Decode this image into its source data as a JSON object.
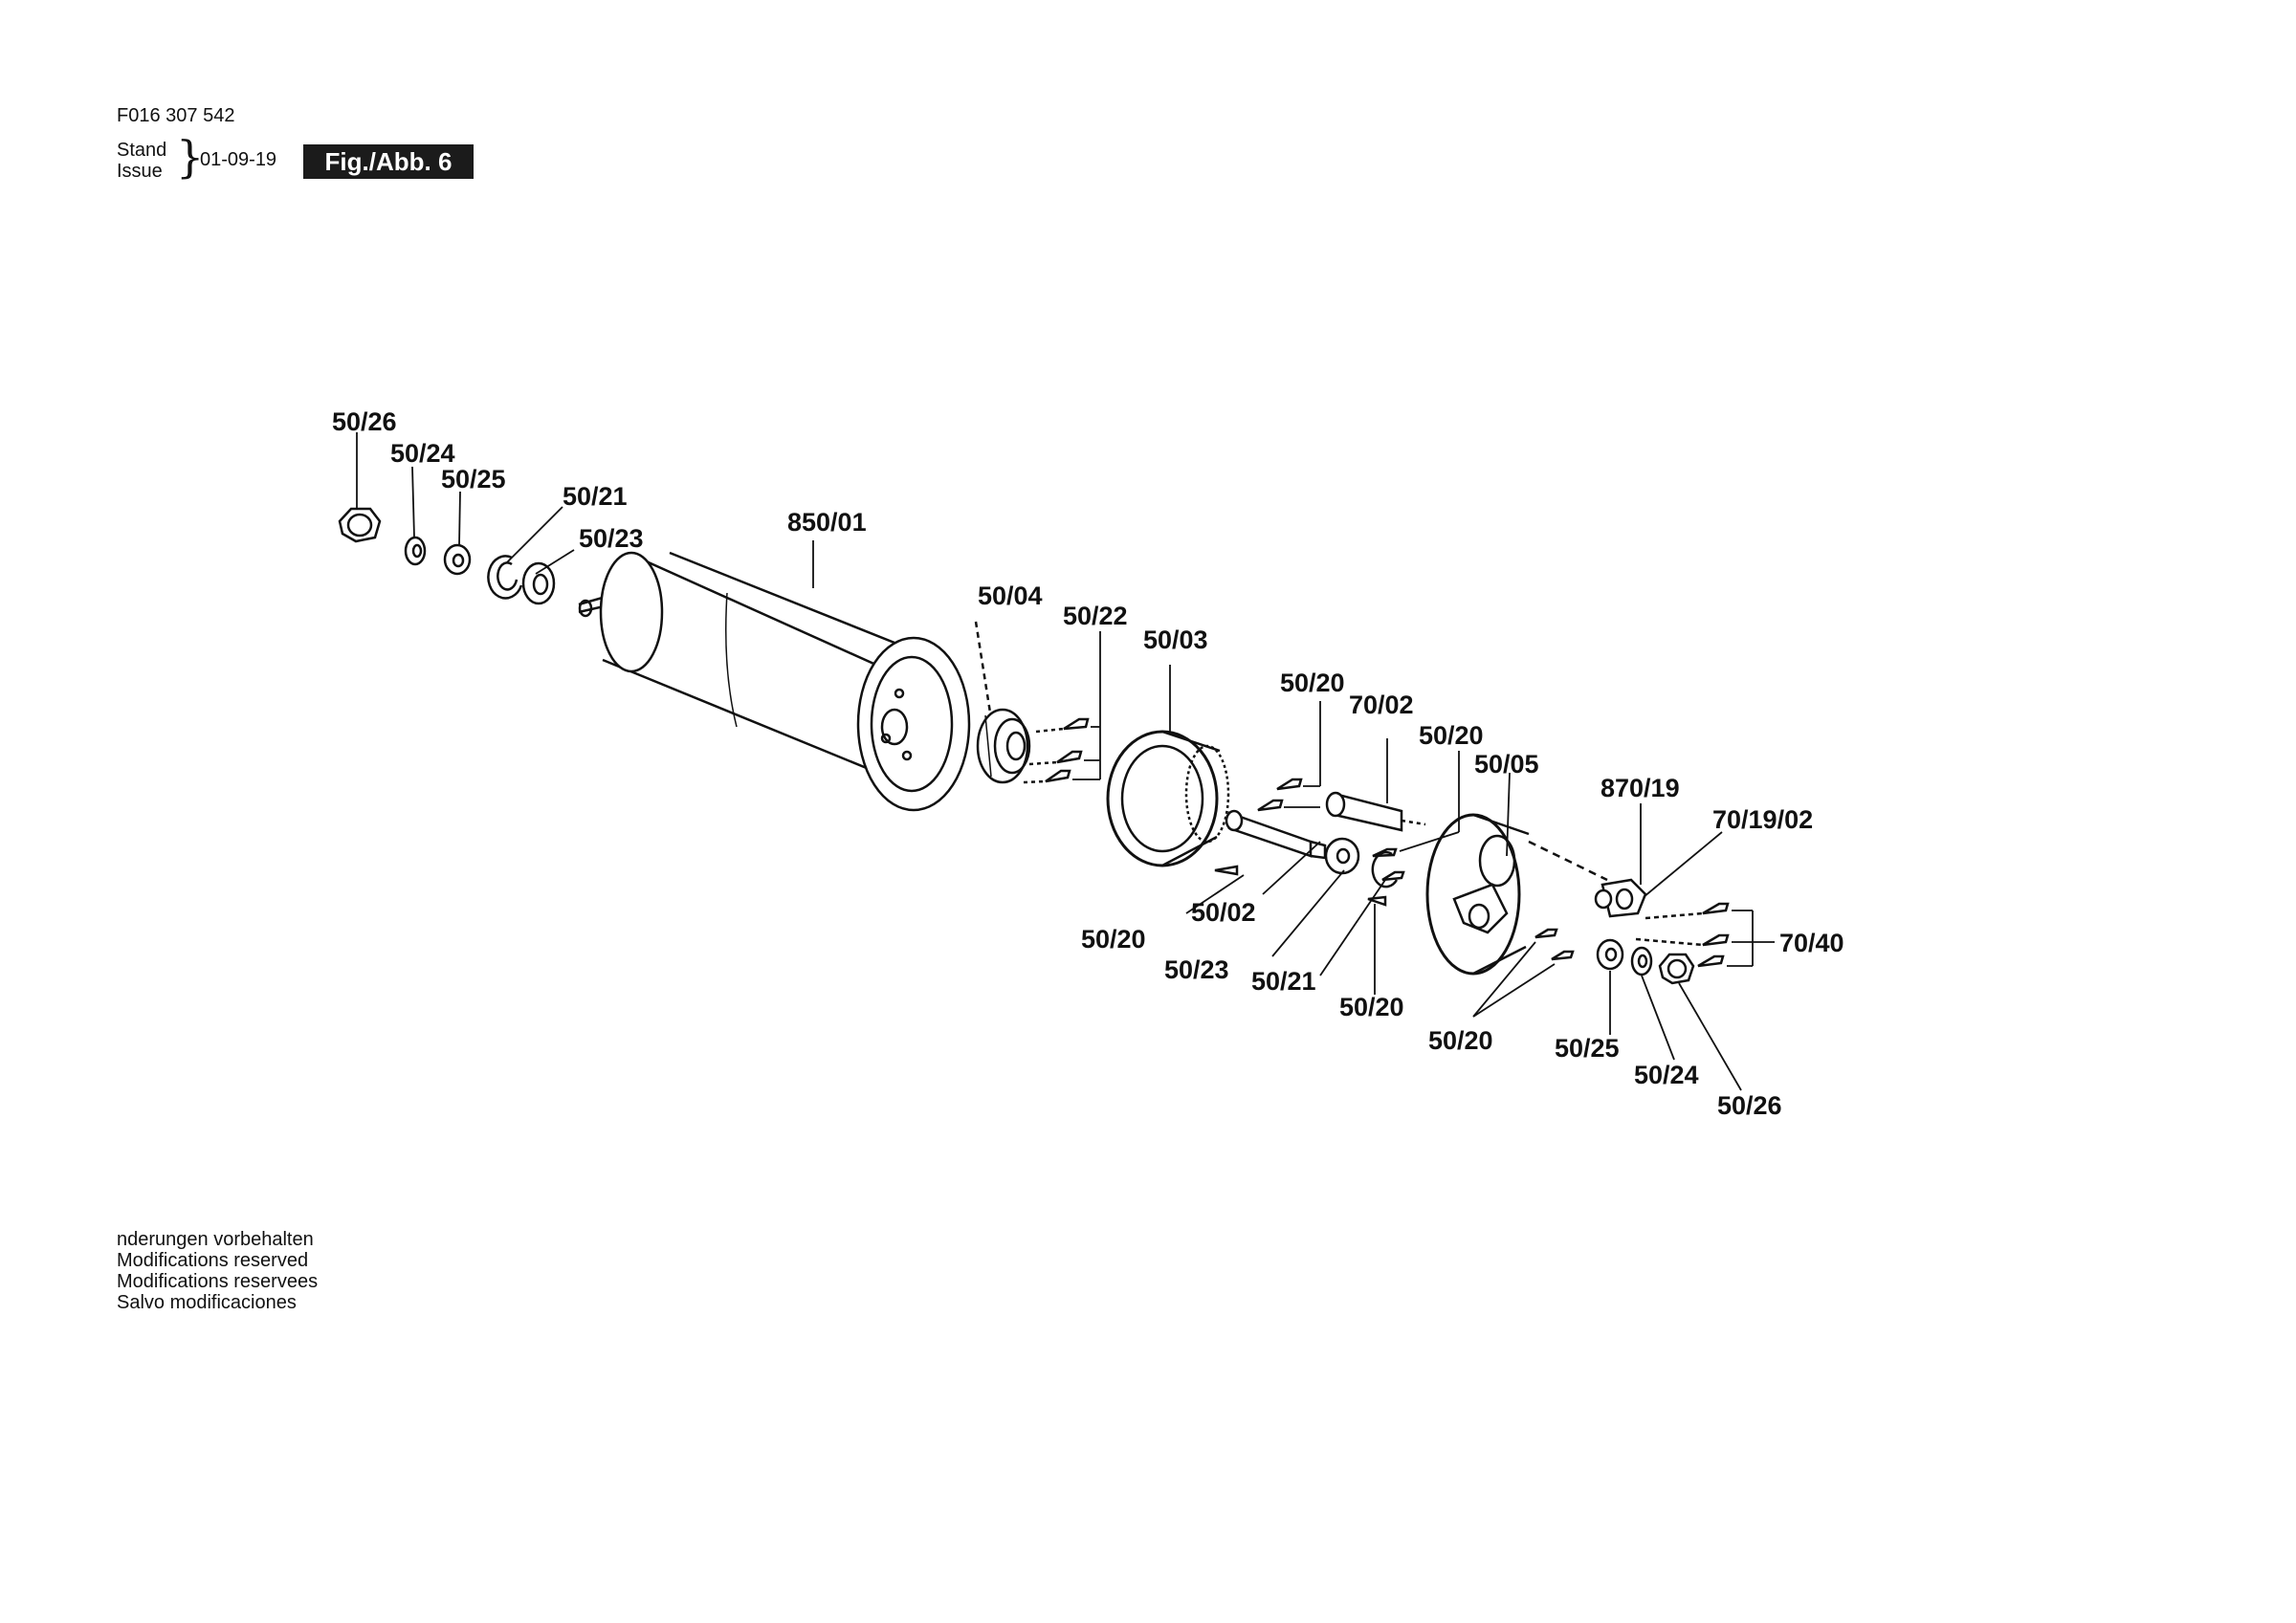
{
  "header": {
    "doc_number": "F016 307 542",
    "stand_label": "Stand",
    "issue_label": "Issue",
    "brace": "}",
    "date": "01-09-19",
    "figure_label": "Fig./Abb. 6"
  },
  "parts": [
    {
      "id": "p1",
      "label": "50/26"
    },
    {
      "id": "p2",
      "label": "50/24"
    },
    {
      "id": "p3",
      "label": "50/25"
    },
    {
      "id": "p4",
      "label": "50/21"
    },
    {
      "id": "p5",
      "label": "50/23"
    },
    {
      "id": "p6",
      "label": "850/01"
    },
    {
      "id": "p7",
      "label": "50/04"
    },
    {
      "id": "p8",
      "label": "50/22"
    },
    {
      "id": "p9",
      "label": "50/03"
    },
    {
      "id": "p10",
      "label": "50/20"
    },
    {
      "id": "p11",
      "label": "70/02"
    },
    {
      "id": "p12",
      "label": "50/20"
    },
    {
      "id": "p13",
      "label": "50/05"
    },
    {
      "id": "p14",
      "label": "870/19"
    },
    {
      "id": "p15",
      "label": "70/19/02"
    },
    {
      "id": "p16",
      "label": "70/40"
    },
    {
      "id": "p17",
      "label": "50/20"
    },
    {
      "id": "p18",
      "label": "50/02"
    },
    {
      "id": "p19",
      "label": "50/23"
    },
    {
      "id": "p20",
      "label": "50/21"
    },
    {
      "id": "p21",
      "label": "50/20"
    },
    {
      "id": "p22",
      "label": "50/20"
    },
    {
      "id": "p23",
      "label": "50/25"
    },
    {
      "id": "p24",
      "label": "50/24"
    },
    {
      "id": "p25",
      "label": "50/26"
    }
  ],
  "footer": {
    "lines": [
      " nderungen vorbehalten",
      "Modifications reserved",
      "Modifications reservees",
      "Salvo modificaciones"
    ]
  }
}
